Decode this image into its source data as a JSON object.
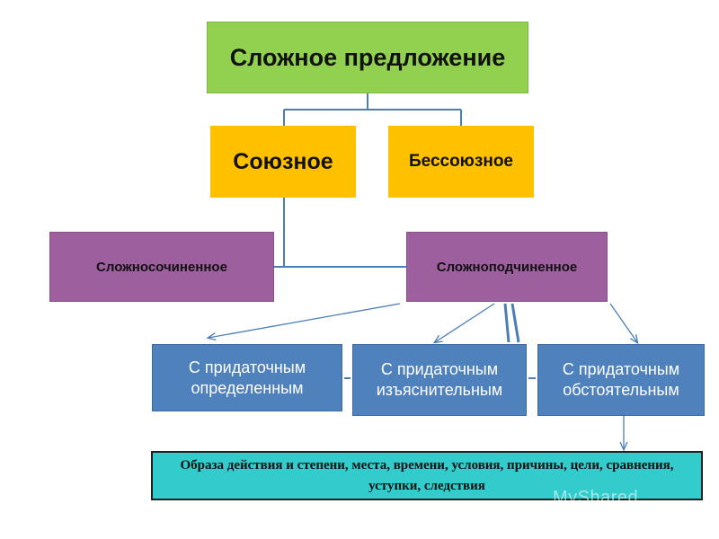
{
  "nodes": {
    "root": "Сложное предложение",
    "soyuznoe": "Союзное",
    "bessoyuznoe": "Бессоюзное",
    "slozhnosochinennoe": "Сложносочиненное",
    "slozhnopodchinennoe": "Сложноподчиненное",
    "opredelitelnoe": "С придаточным определенным",
    "izyasnitelnoe": "С придаточным изъяснительным",
    "obstoyatelnoe": "С придаточным обстоятельным",
    "types_list": "Образа действия и степени, места, времени, условия, причины, цели, сравнения, уступки, следствия"
  },
  "watermark": "MyShared",
  "colors": {
    "root_fill": "#92d050",
    "orange_fill": "#ffc000",
    "purple_fill": "#9e5f9e",
    "blue_fill": "#4f81bd",
    "teal_fill": "#33cccc",
    "connector": "#4a7eb5"
  }
}
